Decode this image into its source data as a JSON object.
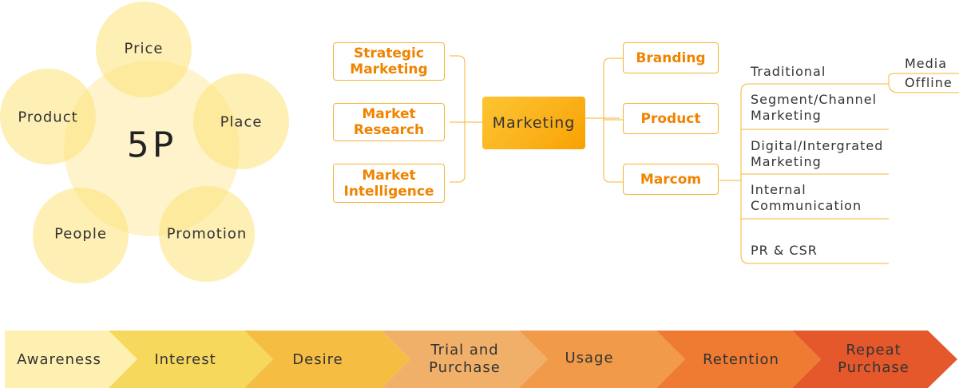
{
  "five_p": {
    "center": "5P",
    "items": [
      "Price",
      "Product",
      "Place",
      "People",
      "Promotion"
    ]
  },
  "mindmap": {
    "center": "Marketing",
    "left": [
      "Strategic\nMarketing",
      "Market\nResearch",
      "Market\nIntelligence"
    ],
    "right": [
      "Branding",
      "Product",
      "Marcom"
    ],
    "marcom_children": [
      "Traditional",
      "Segment/Channel\nMarketing",
      "Digital/Intergrated\nMarketing",
      "Internal\nCommunication",
      "PR & CSR"
    ],
    "traditional_children": [
      "Media",
      "Offline"
    ]
  },
  "journey": {
    "stages": [
      "Awareness",
      "Interest",
      "Desire",
      "Trial and\nPurchase",
      "Usage",
      "Retention",
      "Repeat\nPurchase"
    ],
    "colors": [
      "#fdf0b0",
      "#f6d85c",
      "#f5be42",
      "#f0b06a",
      "#f09a4a",
      "#ef7a32",
      "#e4582c"
    ]
  }
}
